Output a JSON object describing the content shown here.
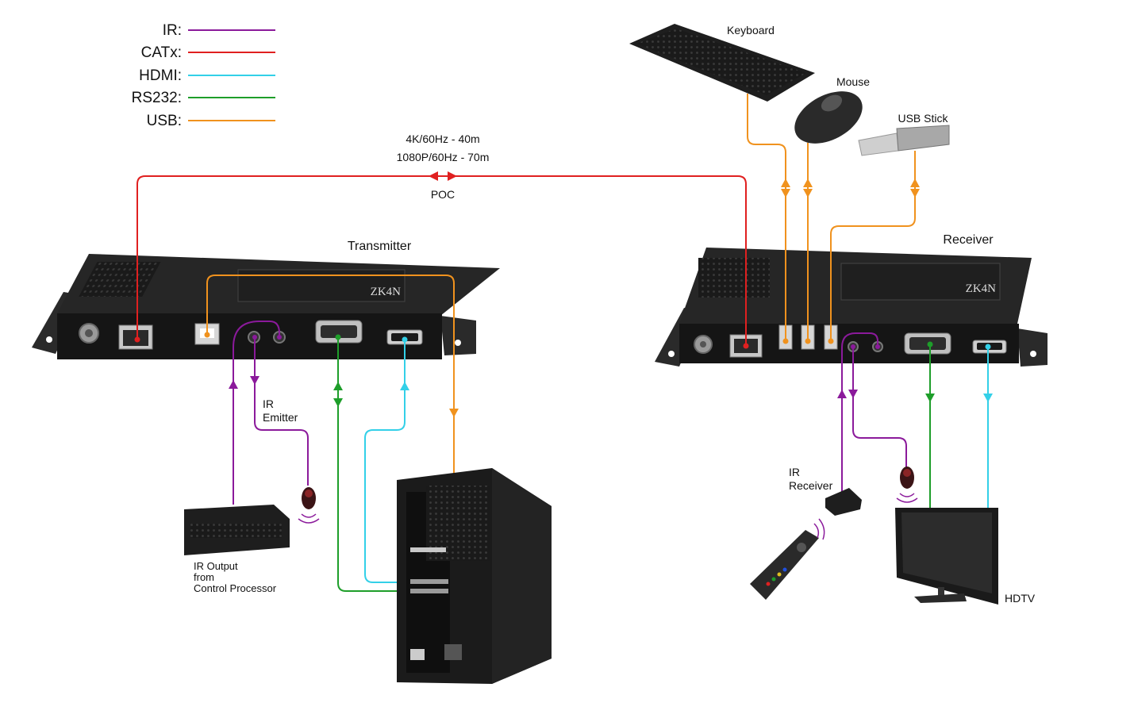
{
  "legend": [
    {
      "label": "IR:",
      "color": "#8b1a9b"
    },
    {
      "label": "CATx:",
      "color": "#e02020"
    },
    {
      "label": "HDMI:",
      "color": "#33d0e8"
    },
    {
      "label": "RS232:",
      "color": "#1e9e2a"
    },
    {
      "label": "USB:",
      "color": "#f0921e"
    }
  ],
  "link": {
    "spec_4k": "4K/60Hz - 40m",
    "spec_1080": "1080P/60Hz - 70m",
    "poc": "POC"
  },
  "devices": {
    "transmitter": "Transmitter",
    "receiver": "Receiver",
    "keyboard": "Keyboard",
    "mouse": "Mouse",
    "usb_stick": "USB Stick",
    "ir_emitter_line1": "IR",
    "ir_emitter_line2": "Emitter",
    "ir_output_line1": "IR Output",
    "ir_output_line2": "from",
    "ir_output_line3": "Control Processor",
    "ir_receiver_line1": "IR",
    "ir_receiver_line2": "Receiver",
    "hdtv": "HDTV",
    "brand": "ZK4N"
  },
  "colors": {
    "ir": "#8b1a9b",
    "catx": "#e02020",
    "hdmi": "#33d0e8",
    "rs232": "#1e9e2a",
    "usb": "#f0921e",
    "device_body": "#1c1c1c"
  }
}
